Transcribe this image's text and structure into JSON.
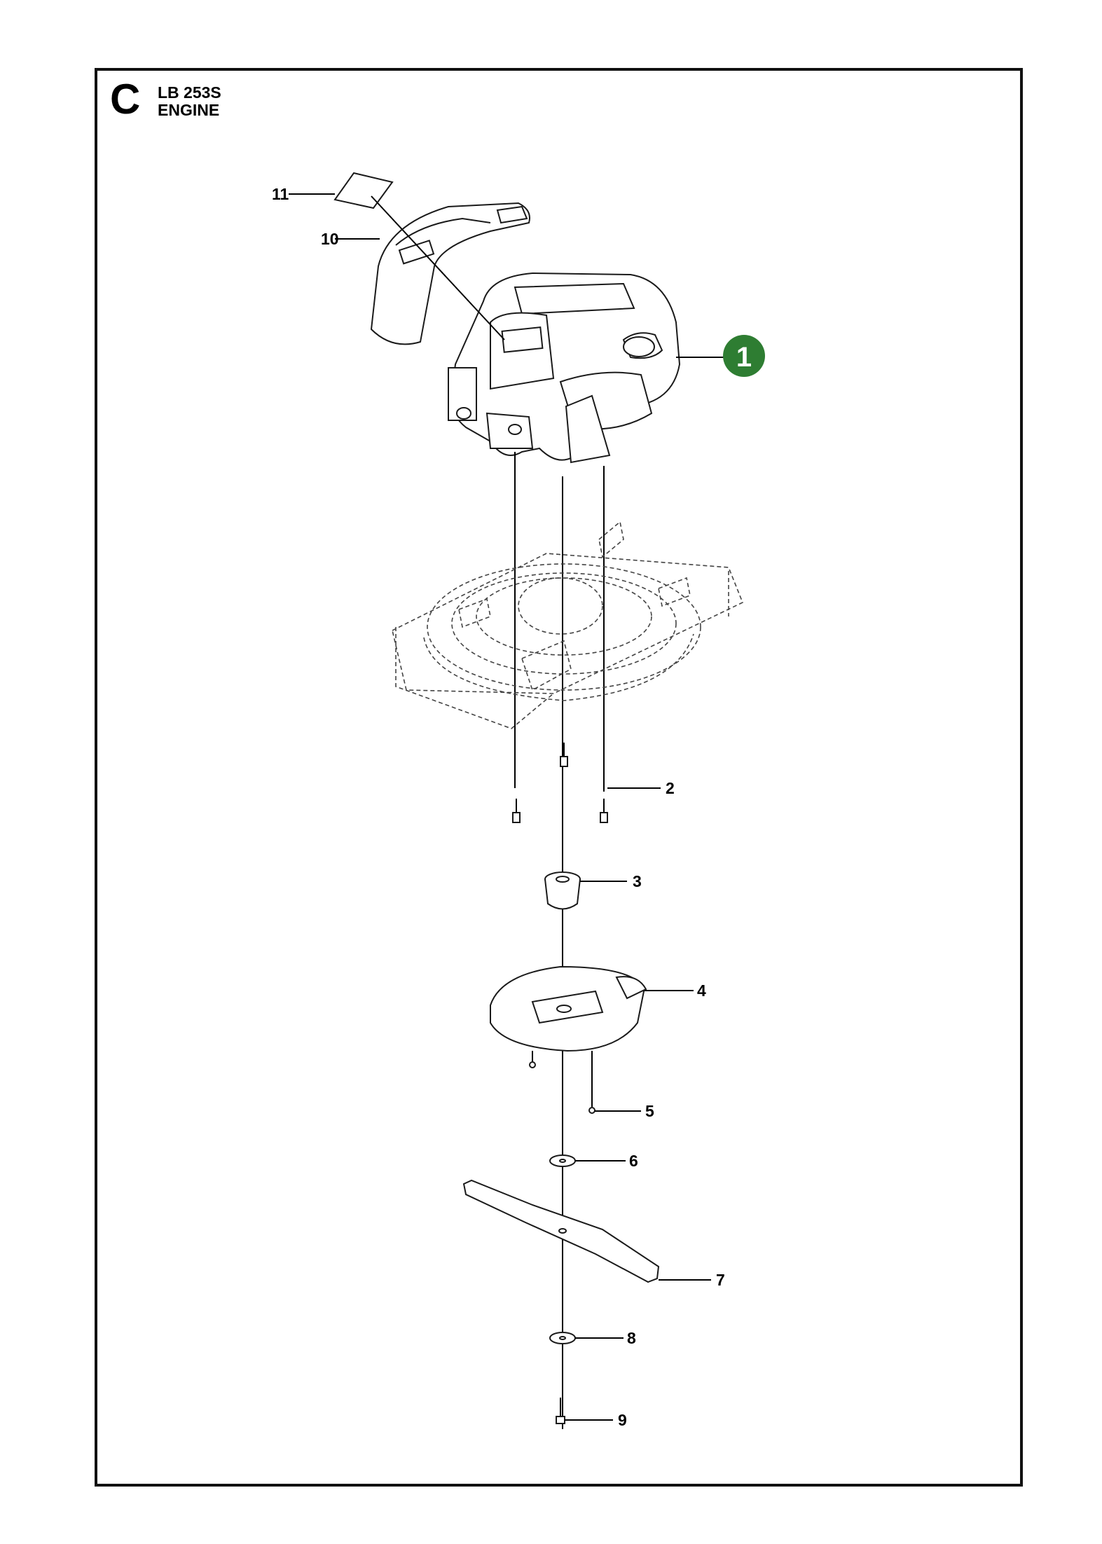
{
  "header": {
    "section_letter": "C",
    "model": "LB 253S",
    "subtitle": "ENGINE"
  },
  "callouts": [
    {
      "id": "1",
      "label": "1",
      "highlight": true
    },
    {
      "id": "2",
      "label": "2"
    },
    {
      "id": "3",
      "label": "3"
    },
    {
      "id": "4",
      "label": "4"
    },
    {
      "id": "5",
      "label": "5"
    },
    {
      "id": "6",
      "label": "6"
    },
    {
      "id": "7",
      "label": "7"
    },
    {
      "id": "8",
      "label": "8"
    },
    {
      "id": "9",
      "label": "9"
    },
    {
      "id": "10",
      "label": "10"
    },
    {
      "id": "11",
      "label": "11"
    }
  ],
  "colors": {
    "badge": "#2e7d32",
    "line": "#000000"
  }
}
